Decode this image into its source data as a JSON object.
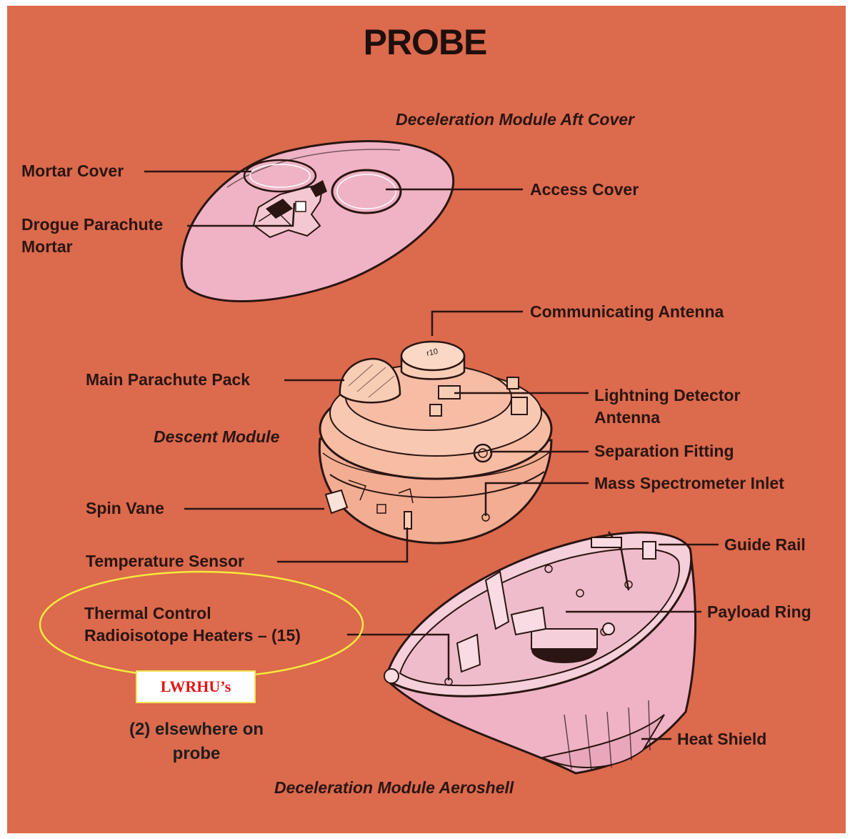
{
  "title": "PROBE",
  "colors": {
    "background": "#dc6a4d",
    "shell_pink": "#efb3c5",
    "descent_module": "#f2ad92",
    "line": "#2a1512",
    "highlight_ellipse": "#f4ea3c",
    "badge_text": "#e01616"
  },
  "sections": {
    "aft_cover": "Deceleration Module Aft Cover",
    "descent_module": "Descent Module",
    "aeroshell": "Deceleration Module Aeroshell"
  },
  "labels": {
    "mortar_cover": "Mortar Cover",
    "drogue_parachute_mortar_1": "Drogue Parachute",
    "drogue_parachute_mortar_2": "Mortar",
    "access_cover": "Access Cover",
    "communicating_antenna": "Communicating Antenna",
    "main_parachute_pack": "Main Parachute Pack",
    "lightning_detector_1": "Lightning Detector",
    "lightning_detector_2": "Antenna",
    "separation_fitting": "Separation Fitting",
    "mass_spectrometer_inlet": "Mass Spectrometer Inlet",
    "spin_vane": "Spin Vane",
    "temperature_sensor": "Temperature Sensor",
    "guide_rail": "Guide Rail",
    "payload_ring": "Payload Ring",
    "heat_shield": "Heat Shield",
    "thermal_control_1": "Thermal Control",
    "thermal_control_2": "Radioisotope Heaters – (15)"
  },
  "annotation": {
    "badge": "LWRHU’s",
    "note_line1": "(2) elsewhere on",
    "note_line2": "probe"
  }
}
